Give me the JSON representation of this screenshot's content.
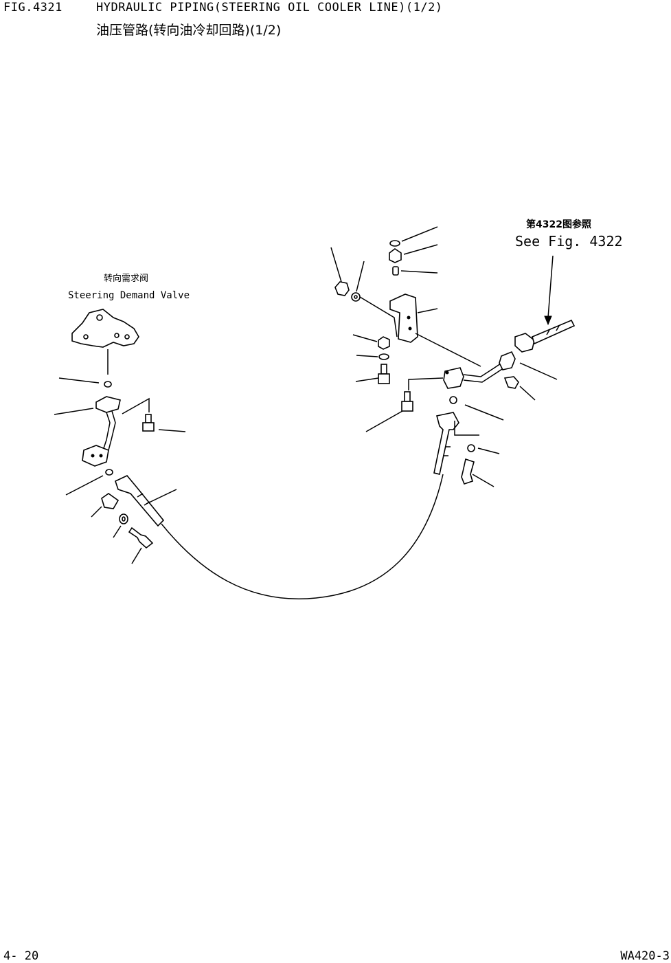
{
  "header": {
    "fig_number": "FIG.4321",
    "title_en": "HYDRAULIC PIPING(STEERING OIL COOLER LINE)(1/2)",
    "title_cn": "油压管路(转向油冷却回路)(1/2)"
  },
  "labels": {
    "valve_cn": "转向需求阀",
    "valve_en": "Steering Demand Valve",
    "ref_cn": "第4322图参照",
    "ref_en": "See Fig. 4322"
  },
  "footer": {
    "page": "4- 20",
    "model": "WA420-3"
  }
}
